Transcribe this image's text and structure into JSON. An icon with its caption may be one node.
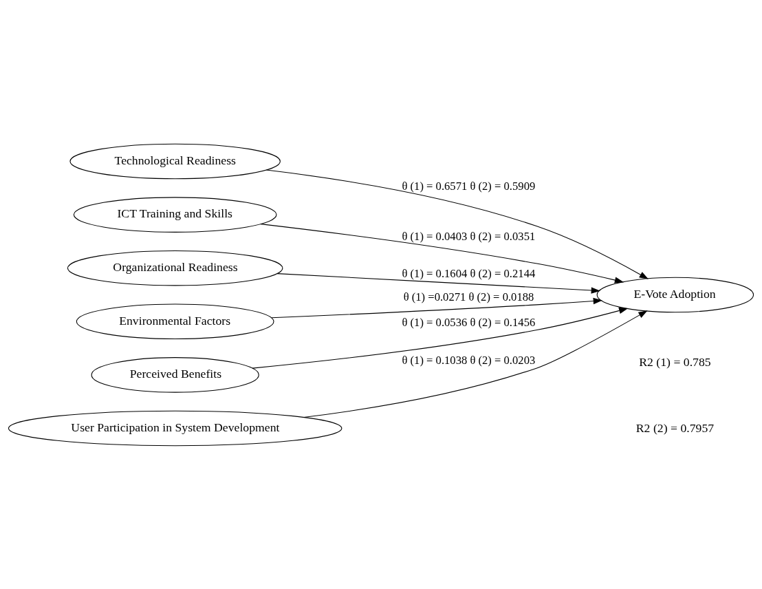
{
  "diagram": {
    "nodes": [
      {
        "text": [
          "Technological Readiness"
        ]
      },
      {
        "text": [
          "ICT Training and Skills"
        ]
      },
      {
        "text": [
          "Organizational Readiness"
        ]
      },
      {
        "text": [
          "Environmental Factors"
        ]
      },
      {
        "text": [
          "Perceived Benefits"
        ]
      },
      {
        "text": [
          "User Participation in System Development"
        ]
      },
      {
        "text": [
          "E-Vote Adoption"
        ]
      }
    ],
    "edges": [
      {
        "from": 0,
        "to": 6,
        "arrow": "to",
        "label": "θ (1) = 0.6571 θ (2) = 0.5909"
      },
      {
        "from": 1,
        "to": 6,
        "arrow": "to",
        "label": "θ (1) = 0.0403 θ (2) = 0.0351"
      },
      {
        "from": 2,
        "to": 6,
        "arrow": "to",
        "label": "θ (1) = 0.1604 θ (2) = 0.2144"
      },
      {
        "from": 3,
        "to": 6,
        "arrow": "to",
        "label": "θ (1) =0.0271 θ (2) = 0.0188"
      },
      {
        "from": 4,
        "to": 6,
        "arrow": "to",
        "label": "θ (1) = 0.0536 θ (2) = 0.1456"
      },
      {
        "from": 5,
        "to": 6,
        "arrow": "to",
        "label": "θ (1) = 0.1038 θ (2) = 0.0203"
      }
    ],
    "labels": [
      "R2 (1) = 0.785",
      "R2 (2) = 0.7957"
    ]
  }
}
